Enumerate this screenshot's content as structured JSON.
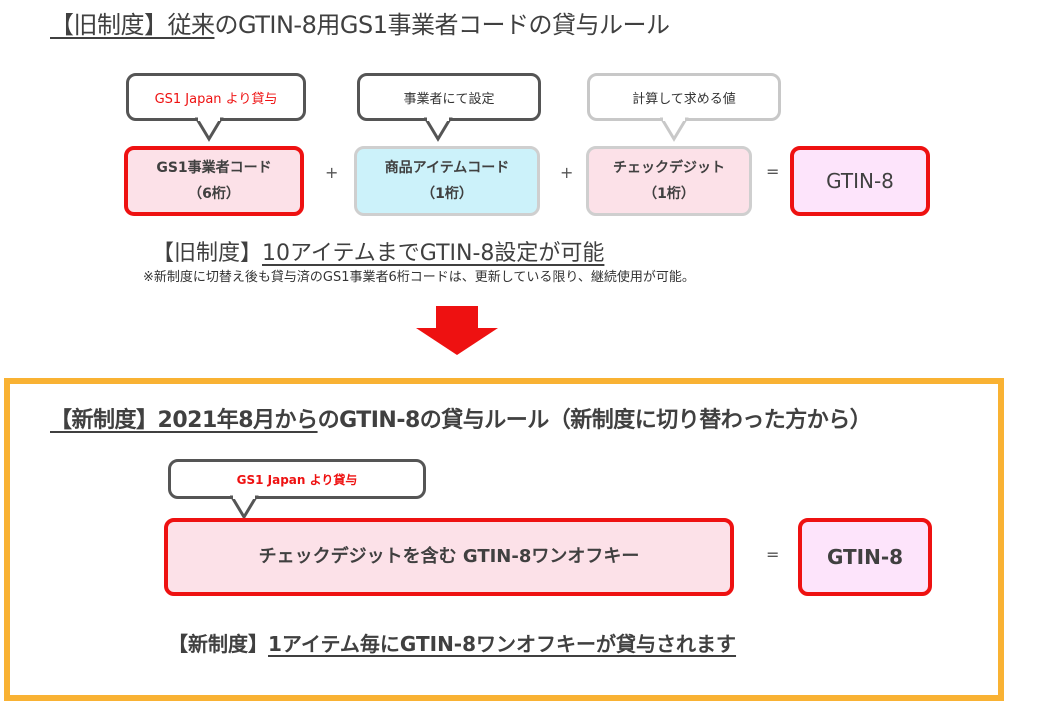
{
  "old_section": {
    "title_bracket": "【旧制度】",
    "title_rest": "従来のGTIN-8用GS1事業者コードの貸与ルール",
    "bubbles": {
      "gs1": "GS1 Japan より貸与",
      "company": "事業者にて設定",
      "calc": "計算して求める値"
    },
    "boxes": {
      "company_code": {
        "line1": "GS1事業者コード",
        "line2": "（6桁）"
      },
      "item_code": {
        "line1": "商品アイテムコード",
        "line2": "（1桁）"
      },
      "check_digit": {
        "line1": "チェックデジット",
        "line2": "（1桁）"
      },
      "result": "GTIN-8"
    },
    "operators": {
      "plus": "+",
      "equals": "="
    },
    "headline_bracket": "【旧制度】",
    "headline_rest": "10アイテムまでGTIN-8設定が可能",
    "note": "※新制度に切替え後も貸与済のGS1事業者6桁コードは、更新している限り、継続使用が可能。"
  },
  "new_section": {
    "title_bracket": "【新制度】",
    "title_underlined": "2021年8月から",
    "title_rest": "のGTIN-8の貸与ルール（新制度に切り替わった方から）",
    "bubble": "GS1 Japan より貸与",
    "box_main": "チェックデジットを含む GTIN-8ワンオフキー",
    "equals": "=",
    "result": "GTIN-8",
    "footer_bracket": "【新制度】",
    "footer_rest": "1アイテム毎にGTIN-8ワンオフキーが貸与されます"
  },
  "colors": {
    "red": "#ee1111",
    "pink_fill": "#fce1e8",
    "cyan_fill": "#ccf2fa",
    "lavender_fill": "#fde4fb",
    "orange_frame": "#f9b233"
  }
}
